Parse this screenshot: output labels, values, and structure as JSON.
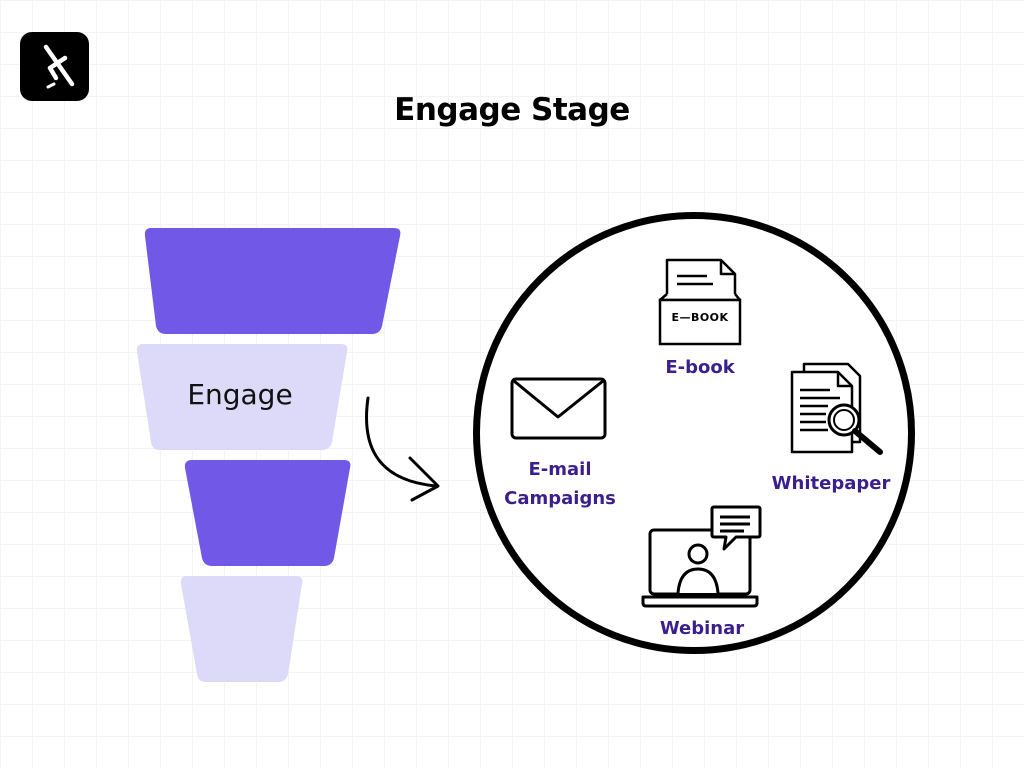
{
  "title": "Engage Stage",
  "logo": {
    "icon": "brand-logo-icon"
  },
  "funnel": {
    "colors": {
      "dark": "#7158e7",
      "light": "#dcdaf8"
    },
    "stages": [
      {
        "label": "",
        "tone": "dark"
      },
      {
        "label": "Engage",
        "tone": "light"
      },
      {
        "label": "",
        "tone": "dark"
      },
      {
        "label": "",
        "tone": "light"
      }
    ]
  },
  "channels": {
    "label_color": "#3b1f8c",
    "ebook": {
      "label": "E-book",
      "badge": "E—BOOK",
      "icon": "ebook-icon"
    },
    "email": {
      "line1": "E-mail",
      "line2": "Campaigns",
      "icon": "envelope-icon"
    },
    "whitepaper": {
      "label": "Whitepaper",
      "icon": "document-magnifier-icon"
    },
    "webinar": {
      "label": "Webinar",
      "icon": "laptop-presenter-icon"
    }
  }
}
